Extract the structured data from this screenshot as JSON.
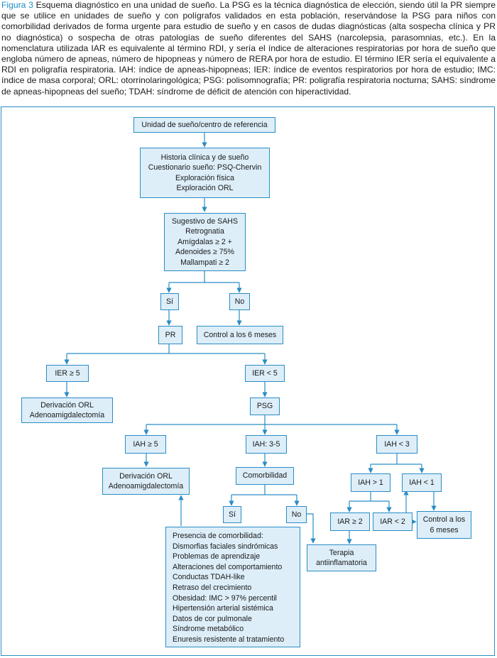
{
  "caption": {
    "figure_label": "Figura 3",
    "text": " Esquema diagnóstico en una unidad de sueño. La PSG es la técnica diagnóstica de elección, siendo útil la PR siempre que se utilice en unidades de sueño y con polígrafos validados en esta población, reservándose la PSG para niños con comorbilidad derivados de forma urgente para estudio de sueño y en casos de dudas diagnósticas (alta sospecha clínica y PR no diagnóstica) o sospecha de otras patologías de sueño diferentes del SAHS (narcolepsia, parasomnias, etc.). En la nomenclatura utilizada IAR es equivalente al término RDI, y sería el índice de alteraciones respiratorias por hora de sueño que engloba número de apneas, número de hipopneas y número de RERA por hora de estudio. El término IER sería el equivalente a RDI en poligrafía respiratoria. IAH: índice de apneas-hipopneas; IER: índice de eventos respiratorios por hora de estudio; IMC: índice de masa corporal; ORL: otorrinolaringológica; PSG: polisomnografía; PR: poligrafía respiratoria nocturna; SAHS: síndrome de apneas-hipopneas del sueño; TDAH: síndrome de déficit de atención con hiperactividad."
  },
  "colors": {
    "accent": "#2a8cc4",
    "box_fill": "#ddeef9",
    "caption_label": "#1c8fc6"
  },
  "nodes": {
    "unidad": "Unidad de sueño/centro de referencia",
    "historia": [
      "Historia clínica y de sueño",
      "Cuestionario sueño: PSQ-Chervin",
      "Exploración física",
      "Exploración ORL"
    ],
    "sugestivo": [
      "Sugestivo de SAHS",
      "Retrognatia",
      "Amígdalas ≥ 2 +",
      "Adenoides ≥ 75%",
      "Mallampati ≥ 2"
    ],
    "si1": "Sí",
    "no1": "No",
    "pr": "PR",
    "control1": "Control a los 6 meses",
    "ier_ge5": "IER ≥ 5",
    "ier_lt5": "IER < 5",
    "derivacion1": [
      "Derivación ORL",
      "Adenoamigdalectomía"
    ],
    "psg": "PSG",
    "iah_ge5": "IAH ≥ 5",
    "iah_3_5": "IAH: 3-5",
    "iah_lt3": "IAH < 3",
    "derivacion2": [
      "Derivación ORL",
      "Adenoamigdalectomía"
    ],
    "comorbilidad": "Comorbilidad",
    "si2": "Sí",
    "no2": "No",
    "iah_gt1": "IAH > 1",
    "iah_lt1": "IAH < 1",
    "iar_ge2": "IAR ≥ 2",
    "iar_lt2": "IAR < 2",
    "control2": [
      "Control a los",
      "6 meses"
    ],
    "terapia": [
      "Terapia",
      "antiinflamatoria"
    ],
    "comorb_list": [
      "Presencia de comorbilidad:",
      "Dismorfias faciales sindrómicas",
      "Problemas de aprendizaje",
      "Alteraciones del comportamiento",
      "Conductas TDAH-like",
      "Retraso del crecimiento",
      "Obesidad: IMC > 97% percentil",
      "Hipertensión arterial sistémica",
      "Datos de cor pulmonale",
      "Síndrome metabólico",
      "Enuresis resistente al tratamiento"
    ]
  }
}
